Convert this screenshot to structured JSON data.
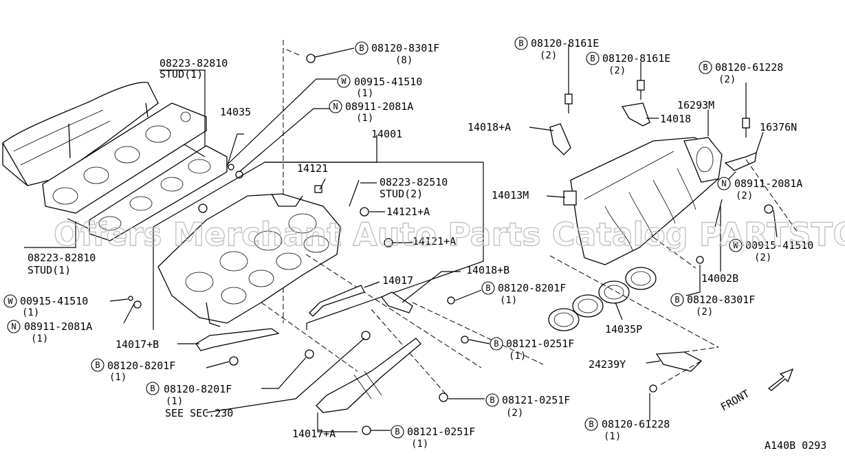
{
  "watermark": "Offers Merchant Auto Parts Catalog PARTSTORE SA",
  "diagram_code": "A140B 0293",
  "front_label": "FRONT",
  "see_sec": "SEE SEC.230",
  "badges": {
    "B": "B",
    "W": "W",
    "N": "N"
  },
  "labels": {
    "b_081208301f_top": "08120-8301F",
    "b_081208301f_top_qty": "(8)",
    "stud_82810_top": "08223-82810",
    "stud_82810_top_sub": "STUD(1)",
    "w_0091541510_top": "00915-41510",
    "w_0091541510_top_qty": "(1)",
    "n_089112081a_top": "08911-2081A",
    "n_089112081a_top_qty": "(1)",
    "p14035": "14035",
    "p14001": "14001",
    "p14121": "14121",
    "stud_82510": "08223-82510",
    "stud_82510_sub": "STUD(2)",
    "p14121a": "14121+A",
    "p14121b": "14121+A",
    "stud_82810_left": "08223-82810",
    "stud_82810_left_sub": "STUD(1)",
    "w_0091541510_left": "00915-41510",
    "w_0091541510_left_qty": "(1)",
    "n_089112081a_left": "08911-2081A",
    "n_089112081a_left_qty": "(1)",
    "p14017": "14017",
    "p14018b": "14018+B",
    "b_081208201f_a": "08120-8201F",
    "b_081208201f_a_qty": "(1)",
    "p14017b": "14017+B",
    "b_081208201f_b": "08120-8201F",
    "b_081208201f_b_qty": "(1)",
    "b_081208201f_c": "08120-8201F",
    "b_081208201f_c_qty": "(1)",
    "b_081210251f_a": "08121-0251F",
    "b_081210251f_a_qty": "(1)",
    "b_081210251f_b": "08121-0251F",
    "b_081210251f_b_qty": "(2)",
    "p14017a": "14017+A",
    "b_081210251f_c": "08121-0251F",
    "b_081210251f_c_qty": "(1)",
    "b_081208161e_a": "08120-8161E",
    "b_081208161e_a_qty": "(2)",
    "b_081208161e_b": "08120-8161E",
    "b_081208161e_b_qty": "(2)",
    "b_0812061228_top": "08120-61228",
    "b_0812061228_top_qty": "(2)",
    "p16293m": "16293M",
    "p14018a": "14018+A",
    "p14018": "14018",
    "p16376n": "16376N",
    "p14013m": "14013M",
    "n_089112081a_right": "08911-2081A",
    "n_089112081a_right_qty": "(2)",
    "w_0091541510_right": "00915-41510",
    "w_0091541510_right_qty": "(2)",
    "p14002b": "14002B",
    "b_081208301f_right": "08120-8301F",
    "b_081208301f_right_qty": "(2)",
    "p14035p": "14035P",
    "p24239y": "24239Y",
    "b_0812061228_bot": "08120-61228",
    "b_0812061228_bot_qty": "(1)"
  }
}
